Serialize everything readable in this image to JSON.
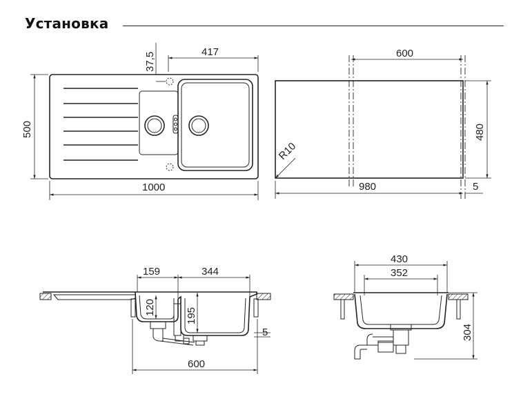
{
  "heading": "Установка",
  "top_view": {
    "dims": {
      "offset_375": "37,5",
      "bowl_width": "417",
      "height": "500",
      "total_width": "1000"
    }
  },
  "cutout_view": {
    "dims": {
      "width_600": "600",
      "height_480": "480",
      "radius": "R10",
      "width_980": "980",
      "gap_5": "5"
    }
  },
  "front_section": {
    "dims": {
      "d159": "159",
      "d344": "344",
      "d120": "120",
      "d195": "195",
      "d5": "5",
      "d600": "600"
    }
  },
  "side_section": {
    "dims": {
      "d430": "430",
      "d352": "352",
      "d304": "304"
    }
  }
}
